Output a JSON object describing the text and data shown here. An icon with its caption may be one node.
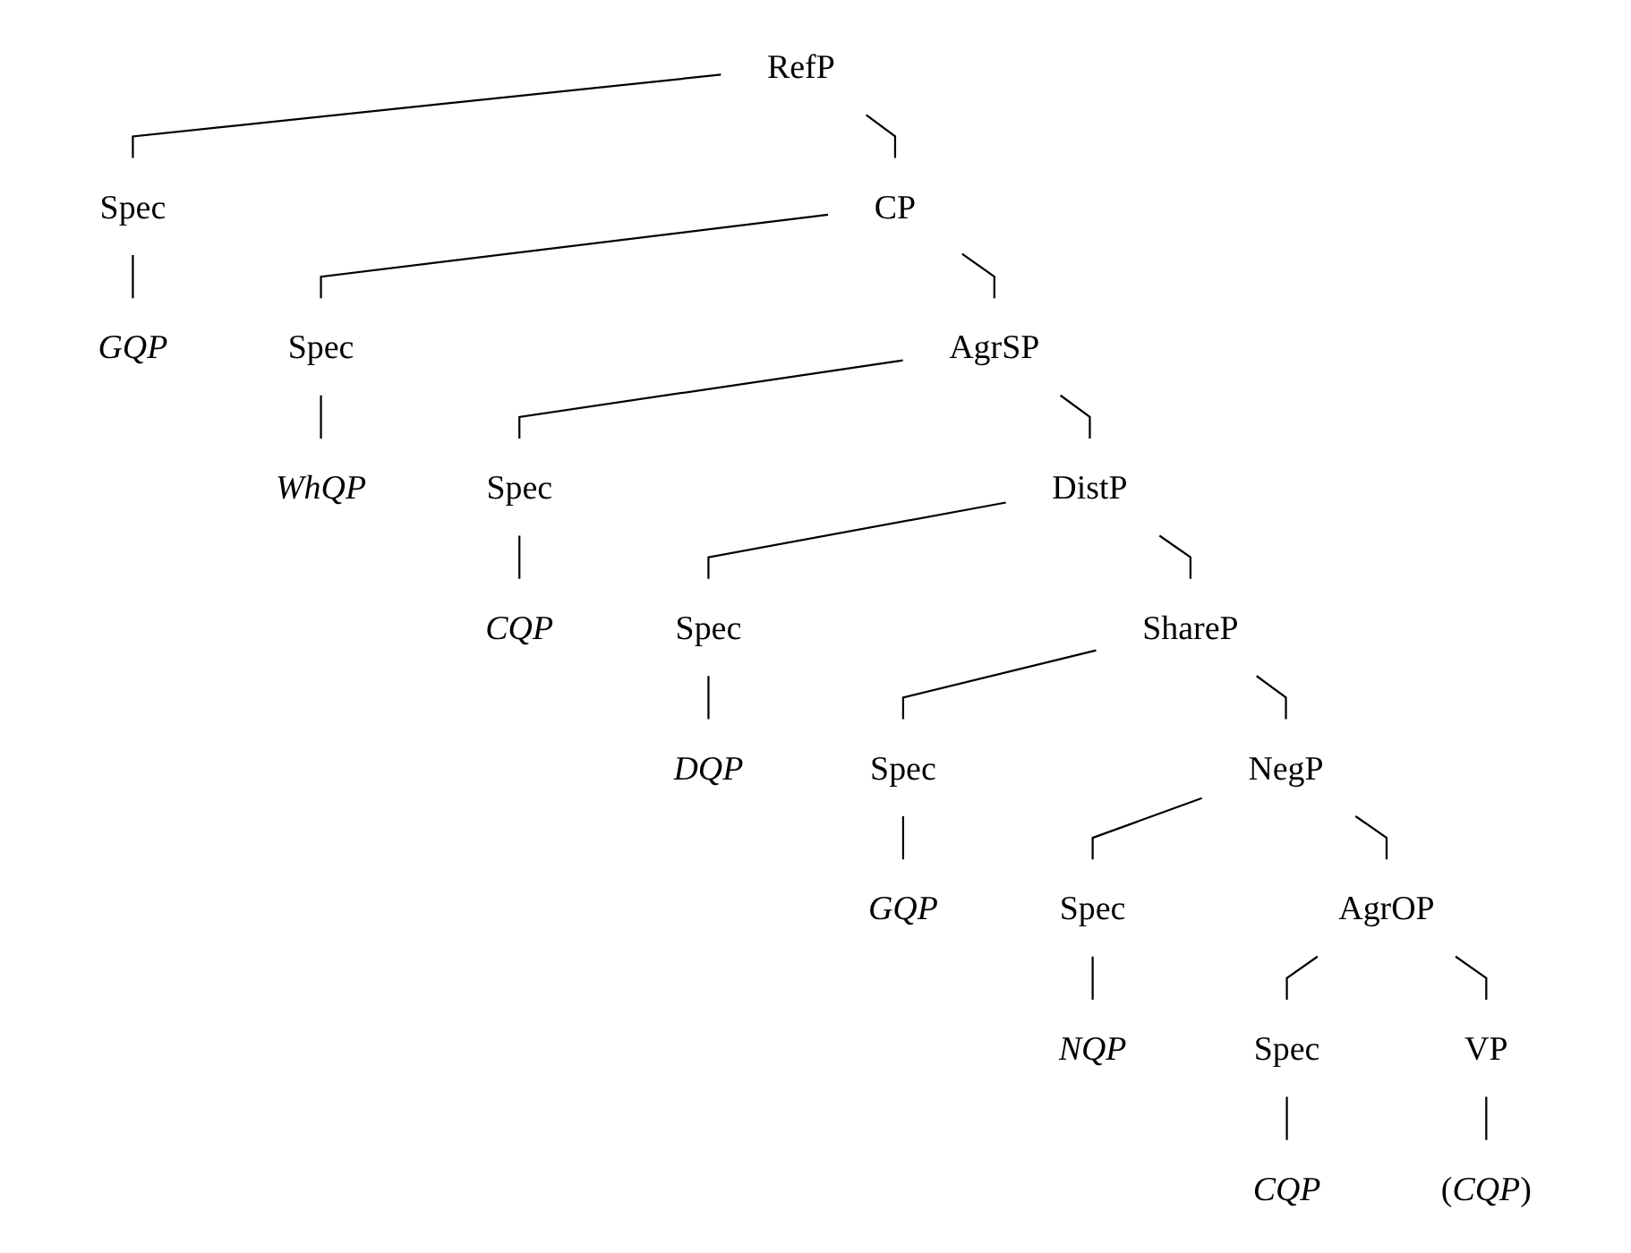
{
  "diagram": {
    "nodes": [
      {
        "text": [
          "RefP"
        ]
      },
      {
        "text": [
          "Spec"
        ]
      },
      {
        "text": [
          "CP"
        ]
      },
      {
        "text": [
          "GQP"
        ]
      },
      {
        "text": [
          "Spec"
        ]
      },
      {
        "text": [
          "AgrSP"
        ]
      },
      {
        "text": [
          "WhQP"
        ]
      },
      {
        "text": [
          "Spec"
        ]
      },
      {
        "text": [
          "DistP"
        ]
      },
      {
        "text": [
          "CQP"
        ]
      },
      {
        "text": [
          "Spec"
        ]
      },
      {
        "text": [
          "ShareP"
        ]
      },
      {
        "text": [
          "DQP"
        ]
      },
      {
        "text": [
          "Spec"
        ]
      },
      {
        "text": [
          "NegP"
        ]
      },
      {
        "text": [
          "GQP"
        ]
      },
      {
        "text": [
          "Spec"
        ]
      },
      {
        "text": [
          "AgrOP"
        ]
      },
      {
        "text": [
          "NQP"
        ]
      },
      {
        "text": [
          "Spec"
        ]
      },
      {
        "text": [
          "VP"
        ]
      },
      {
        "text": [
          "CQP"
        ]
      },
      {
        "text": [
          "(*CQP*)"
        ]
      }
    ],
    "edges": [
      {
        "from": 0,
        "to": 1,
        "arrow": "none"
      },
      {
        "from": 0,
        "to": 2,
        "arrow": "none"
      },
      {
        "from": 1,
        "to": 3,
        "arrow": "none"
      },
      {
        "from": 2,
        "to": 4,
        "arrow": "none"
      },
      {
        "from": 2,
        "to": 5,
        "arrow": "none"
      },
      {
        "from": 4,
        "to": 6,
        "arrow": "none"
      },
      {
        "from": 5,
        "to": 7,
        "arrow": "none"
      },
      {
        "from": 5,
        "to": 8,
        "arrow": "none"
      },
      {
        "from": 7,
        "to": 9,
        "arrow": "none"
      },
      {
        "from": 8,
        "to": 10,
        "arrow": "none"
      },
      {
        "from": 8,
        "to": 11,
        "arrow": "none"
      },
      {
        "from": 10,
        "to": 12,
        "arrow": "none"
      },
      {
        "from": 11,
        "to": 13,
        "arrow": "none"
      },
      {
        "from": 11,
        "to": 14,
        "arrow": "none"
      },
      {
        "from": 13,
        "to": 15,
        "arrow": "none"
      },
      {
        "from": 14,
        "to": 16,
        "arrow": "none"
      },
      {
        "from": 14,
        "to": 17,
        "arrow": "none"
      },
      {
        "from": 16,
        "to": 18,
        "arrow": "none"
      },
      {
        "from": 17,
        "to": 19,
        "arrow": "none"
      },
      {
        "from": 17,
        "to": 20,
        "arrow": "none"
      },
      {
        "from": 19,
        "to": 21,
        "arrow": "none"
      },
      {
        "from": 20,
        "to": 22,
        "arrow": "none"
      }
    ]
  }
}
